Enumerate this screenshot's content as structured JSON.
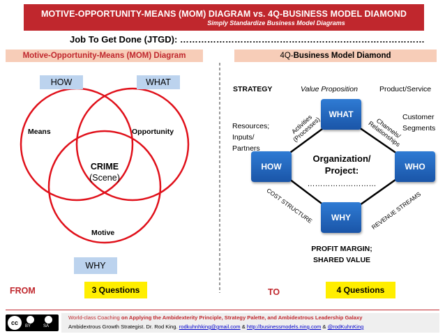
{
  "header": {
    "title": "MOTIVE-OPPORTUNITY-MEANS (MOM) DIAGRAM vs. 4Q-BUSINESS MODEL DIAMOND",
    "subtitle": "Simply Standardize Business Model Diagrams",
    "jtgd": "Job To Get Done (JTGD): ………………………………………………………………………"
  },
  "left": {
    "tab_title": "Motive-Opportunity-Means (MOM) Diagram",
    "how": "HOW",
    "what": "WHAT",
    "why": "WHY",
    "means": "Means",
    "opportunity": "Opportunity",
    "motive": "Motive",
    "crime": "CRIME",
    "scene": "(Scene)",
    "from": "FROM",
    "questions": "3 Questions"
  },
  "right": {
    "tab_prefix": "4Q-",
    "tab_title": "Business Model Diamond",
    "strategy": "STRATEGY",
    "value_proposition": "Value Proposition",
    "product_service": "Product/Service",
    "customer": "Customer",
    "segments": "Segments",
    "resources": "Resources;",
    "inputs": "Inputs/",
    "partners": "Partners",
    "activities": "Activities",
    "processes": "(Processes)",
    "channels": "Channels/",
    "relationships": "Relationships",
    "what": "WHAT",
    "how": "HOW",
    "who": "WHO",
    "why": "WHY",
    "organization": "Organization/",
    "project": "Project:",
    "dots": "………………………",
    "cost_structure": "COST STRUCTURE",
    "revenue_streams": "REVENUE STREAMS",
    "profit_margin": "PROFIT MARGIN;",
    "shared_value": "SHARED VALUE",
    "to": "TO",
    "questions": "4 Questions"
  },
  "footer": {
    "cc": "cc",
    "by": "BY",
    "sa": "SA",
    "line1_a": "World-class Coaching ",
    "line1_b": "on Applying the Ambidexterity Principle, Strategy Palette, and Ambidextrous Leadership Galaxy",
    "line2_a": "Ambidextrous Growth Strategist. Dr. Rod King. ",
    "email": "rodkuhnhking@gmail.com",
    "amp1": " & ",
    "url": "http://businessmodels.ning.com",
    "amp2": " & ",
    "handle": "@rodKuhnKing"
  },
  "colors": {
    "accent_red": "#c0272d",
    "tab_peach": "#f7cdb8",
    "light_blue": "#bcd3ee",
    "diamond_blue": "#1f63bd",
    "highlight_yellow": "#ffee00"
  }
}
